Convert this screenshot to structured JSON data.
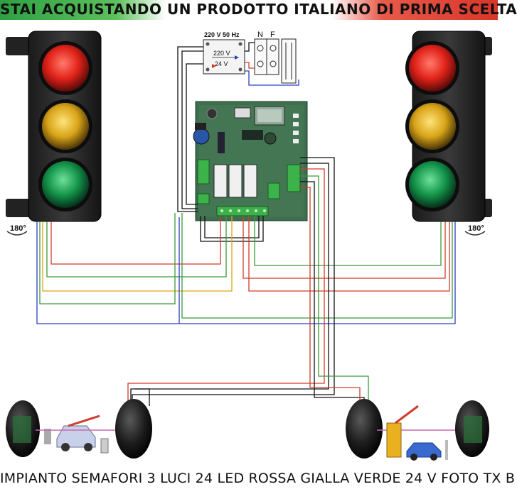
{
  "banner": {
    "text": "STAI ACQUISTANDO UN PRODOTTO ITALIANO DI PRIMA SCELTA",
    "colors": {
      "green": "#2ea043",
      "white": "#ffffff",
      "red": "#d9352a"
    }
  },
  "supply": {
    "title": "220 V 50 Hz",
    "input_label": "220 V",
    "output_label": "24 V",
    "n_label": "N",
    "f_label": "F"
  },
  "left_light": {
    "rotation_label": "180°"
  },
  "right_light": {
    "rotation_label": "180°"
  },
  "footer": {
    "text": "IMPIANTO SEMAFORI 3 LUCI 24 LED ROSSA GIALLA VERDE 24 V FOTO TX B"
  },
  "wire_colors": {
    "red": "#d23a2a",
    "green": "#3a9a3a",
    "blue": "#2a3fbf",
    "black": "#111111"
  }
}
